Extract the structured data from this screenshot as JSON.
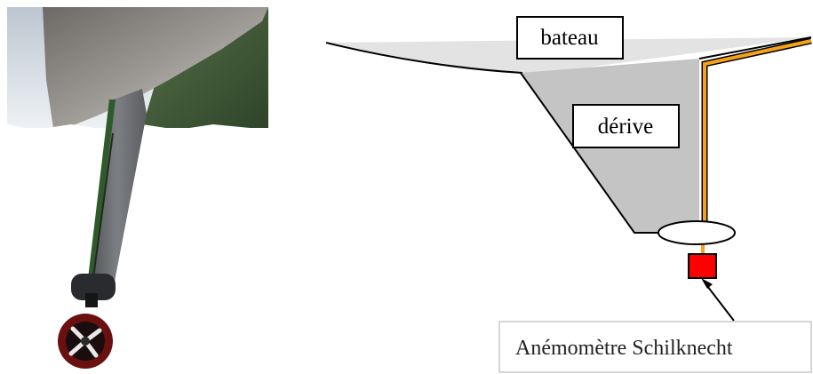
{
  "photo": {
    "description_icon": "photo-of-boat-underside-with-keel-and-anemometer"
  },
  "diagram": {
    "labels": {
      "boat": "bateau",
      "keel": "dérive",
      "anemometer": "Anémomètre Schilknecht"
    },
    "colors": {
      "hull": "#e3e3e3",
      "keel": "#c4c4c4",
      "cable": "#f5a21b",
      "sensor": "#ff0000",
      "outline": "#000000"
    }
  }
}
